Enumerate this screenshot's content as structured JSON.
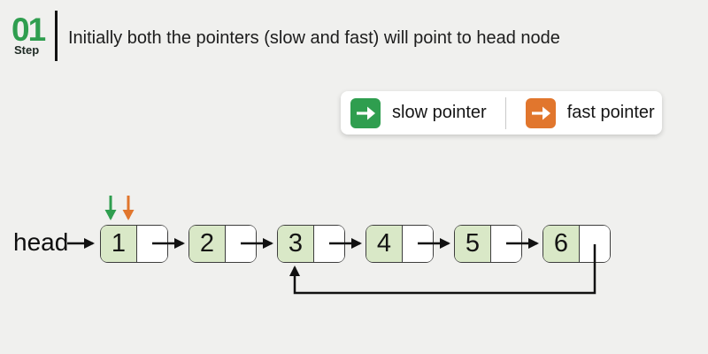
{
  "step": {
    "number": "01",
    "label": "Step"
  },
  "title": "Initially both the pointers (slow and fast) will point to head node",
  "legend": {
    "items": [
      {
        "name": "slow",
        "label": "slow pointer",
        "color": "#2f9e4f",
        "icon": "right-arrow"
      },
      {
        "name": "fast",
        "label": "fast pointer",
        "color": "#e1762d",
        "icon": "right-arrow"
      }
    ]
  },
  "diagram": {
    "head_label": "head",
    "nodes": [
      {
        "value": "1"
      },
      {
        "value": "2"
      },
      {
        "value": "3"
      },
      {
        "value": "4"
      },
      {
        "value": "5"
      },
      {
        "value": "6"
      }
    ],
    "cycle": {
      "from_node": "6",
      "to_node": "3"
    },
    "pointers": [
      {
        "name": "slow",
        "at_node": "1",
        "color": "#2f9e4f"
      },
      {
        "name": "fast",
        "at_node": "1",
        "color": "#e1762d"
      }
    ]
  },
  "colors": {
    "background": "#f0f0ee",
    "accent_green": "#2f9e4f",
    "accent_orange": "#e1762d",
    "node_fill": "#d9e8c7",
    "node_border": "#3d3d3d",
    "arrow_black": "#111111",
    "legend_box": "#ffffff"
  }
}
